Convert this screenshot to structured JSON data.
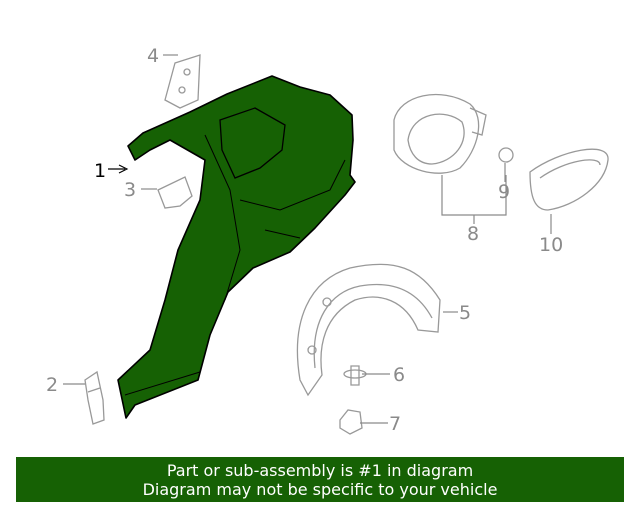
{
  "diagram": {
    "callouts": [
      {
        "id": "1",
        "highlighted": true
      },
      {
        "id": "2",
        "highlighted": false
      },
      {
        "id": "3",
        "highlighted": false
      },
      {
        "id": "4",
        "highlighted": false
      },
      {
        "id": "5",
        "highlighted": false
      },
      {
        "id": "6",
        "highlighted": false
      },
      {
        "id": "7",
        "highlighted": false
      },
      {
        "id": "8",
        "highlighted": false
      },
      {
        "id": "9",
        "highlighted": false
      },
      {
        "id": "10",
        "highlighted": false
      }
    ],
    "colors": {
      "highlight_fill": "#166104",
      "part_outline": "#999999",
      "callout_gray": "#8a8a8a",
      "callout_active": "#000000"
    }
  },
  "banner": {
    "line1": "Part or sub-assembly is #1 in diagram",
    "line2": "Diagram may not be specific to your vehicle"
  }
}
